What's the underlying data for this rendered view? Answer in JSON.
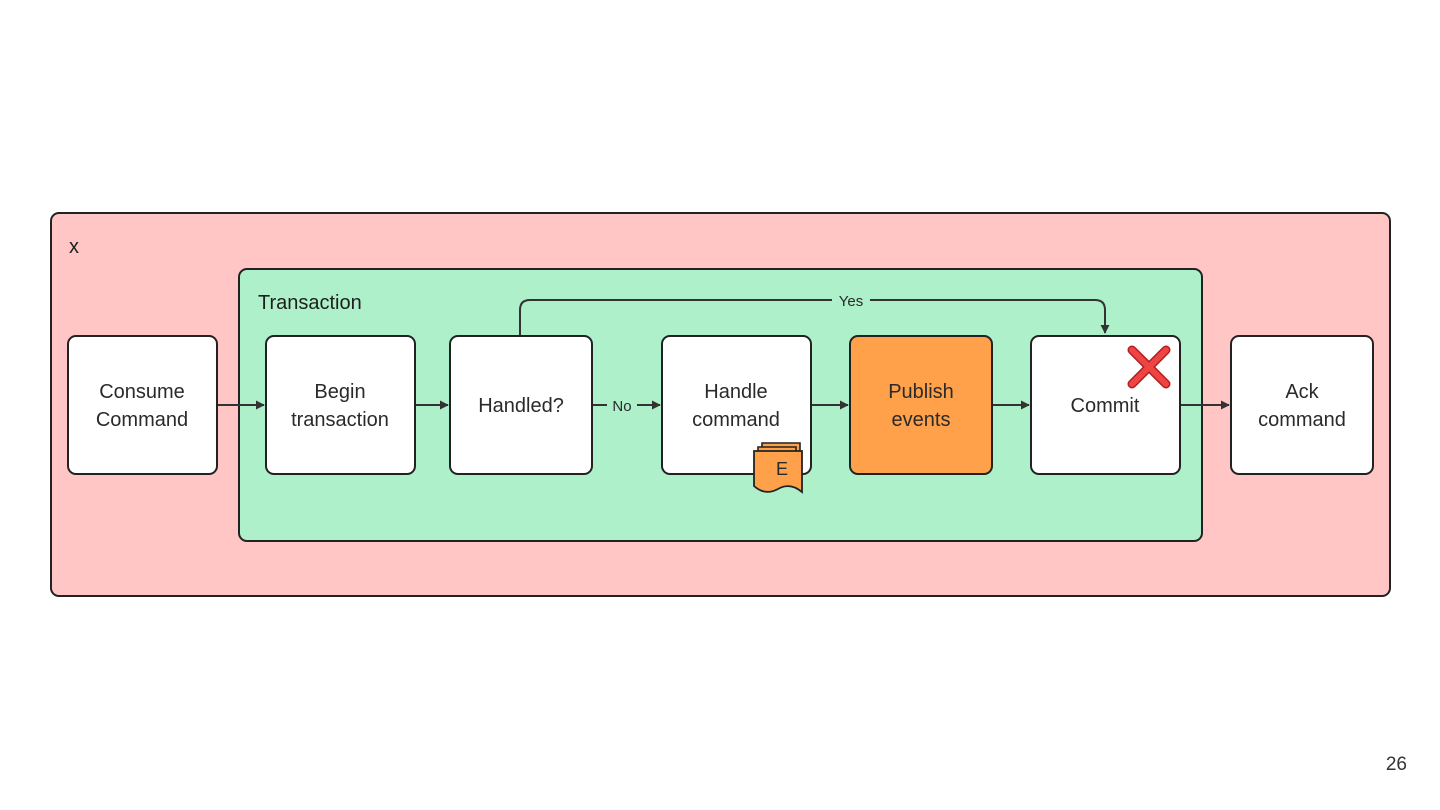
{
  "outer_group": {
    "label": "x",
    "fill": "#ffc6c5"
  },
  "transaction_group": {
    "label": "Transaction",
    "fill": "#aef0c9"
  },
  "steps": {
    "consume": [
      "Consume",
      "Command"
    ],
    "begin": [
      "Begin",
      "transaction"
    ],
    "handled": [
      "Handled?"
    ],
    "handle": [
      "Handle",
      "command"
    ],
    "publish": [
      "Publish",
      "events"
    ],
    "commit": [
      "Commit"
    ],
    "ack": [
      "Ack",
      "command"
    ]
  },
  "edges": {
    "no_label": "No",
    "yes_label": "Yes"
  },
  "events_badge": {
    "letter": "E",
    "color": "#ffa04a",
    "icon": "events-stack-icon"
  },
  "failure_marker": {
    "icon": "red-x-icon",
    "color": "#e53935"
  },
  "highlight_color": "#ffa04a",
  "page_number": "26"
}
